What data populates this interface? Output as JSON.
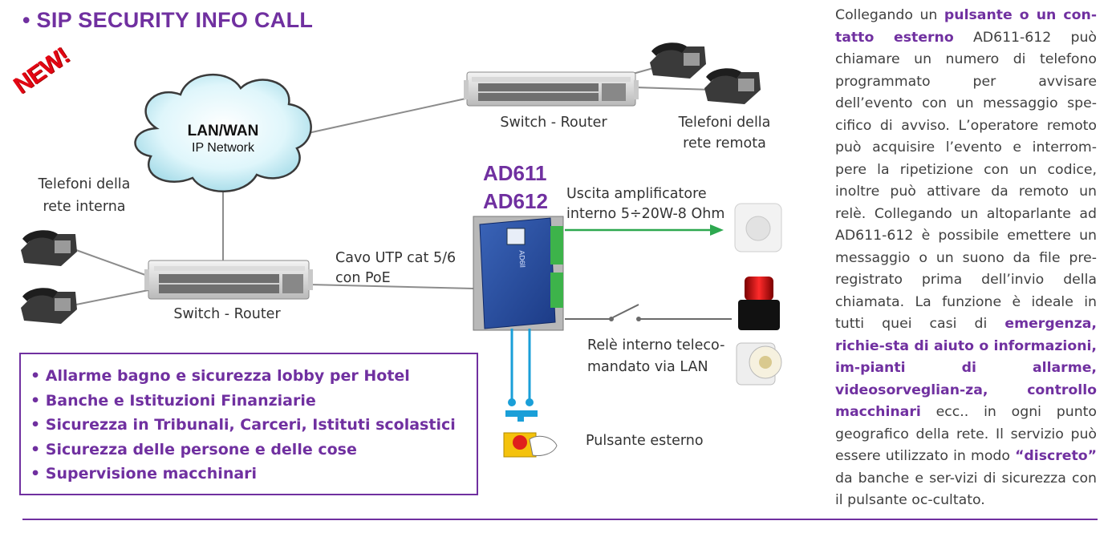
{
  "title": "• SIP SECURITY INFO CALL",
  "badge": "NEW!",
  "cloud": {
    "line1": "LAN/WAN",
    "line2": "IP Network"
  },
  "labels": {
    "switch_remote": "Switch - Router",
    "phones_remote_1": "Telefoni della",
    "phones_remote_2": "rete remota",
    "phones_internal_1": "Telefoni della",
    "phones_internal_2": "rete interna",
    "switch_local": "Switch - Router",
    "cable_1": "Cavo UTP cat 5/6",
    "cable_2": "con PoE",
    "model_1": "AD611",
    "model_2": "AD612",
    "amp_1": "Uscita amplificatore",
    "amp_2": "interno 5÷20W-8 Ohm",
    "relay_1": "Relè interno teleco-",
    "relay_2": "mandato via LAN",
    "button": "Pulsante esterno"
  },
  "bullets": [
    "Allarme bagno e sicurezza lobby per Hotel",
    "Banche e Istituzioni Finanziarie",
    "Sicurezza in Tribunali, Carceri, Istituti scolastici",
    "Sicurezza delle persone e delle cose",
    "Supervisione macchinari"
  ],
  "description": [
    {
      "t": "Collegando un ",
      "b": false
    },
    {
      "t": "pulsante o un con-tatto esterno",
      "b": true
    },
    {
      "t": " AD611-612 può chiamare un numero di telefono programmato per avvisare dell’evento con un messaggio spe-cifico di avviso. L’operatore remoto può acquisire l’evento e interrom-pere la ripetizione con un codice, inoltre può attivare da remoto un relè. Collegando un altoparlante ad AD611-612 è possibile emettere un messaggio o un suono da file pre-registrato prima dell’invio della chiamata. La funzione è ideale in tutti quei casi di ",
      "b": false
    },
    {
      "t": "emergenza, richie-sta di aiuto o informazioni, im-pianti di allarme, videosorveglian-za, controllo macchinari",
      "b": true
    },
    {
      "t": " ecc.. in ogni punto geografico della rete. Il servizio può essere utilizzato in modo ",
      "b": false
    },
    {
      "t": "“discreto”",
      "b": true
    },
    {
      "t": " da banche e ser-vizi di sicurezza con il pulsante oc-cultato.",
      "b": false
    }
  ],
  "device_print": "AD6ll",
  "colors": {
    "accent": "#7030a0",
    "arrow": "#2da84f",
    "wire": "#1a9fd8",
    "badge": "#e30613"
  }
}
